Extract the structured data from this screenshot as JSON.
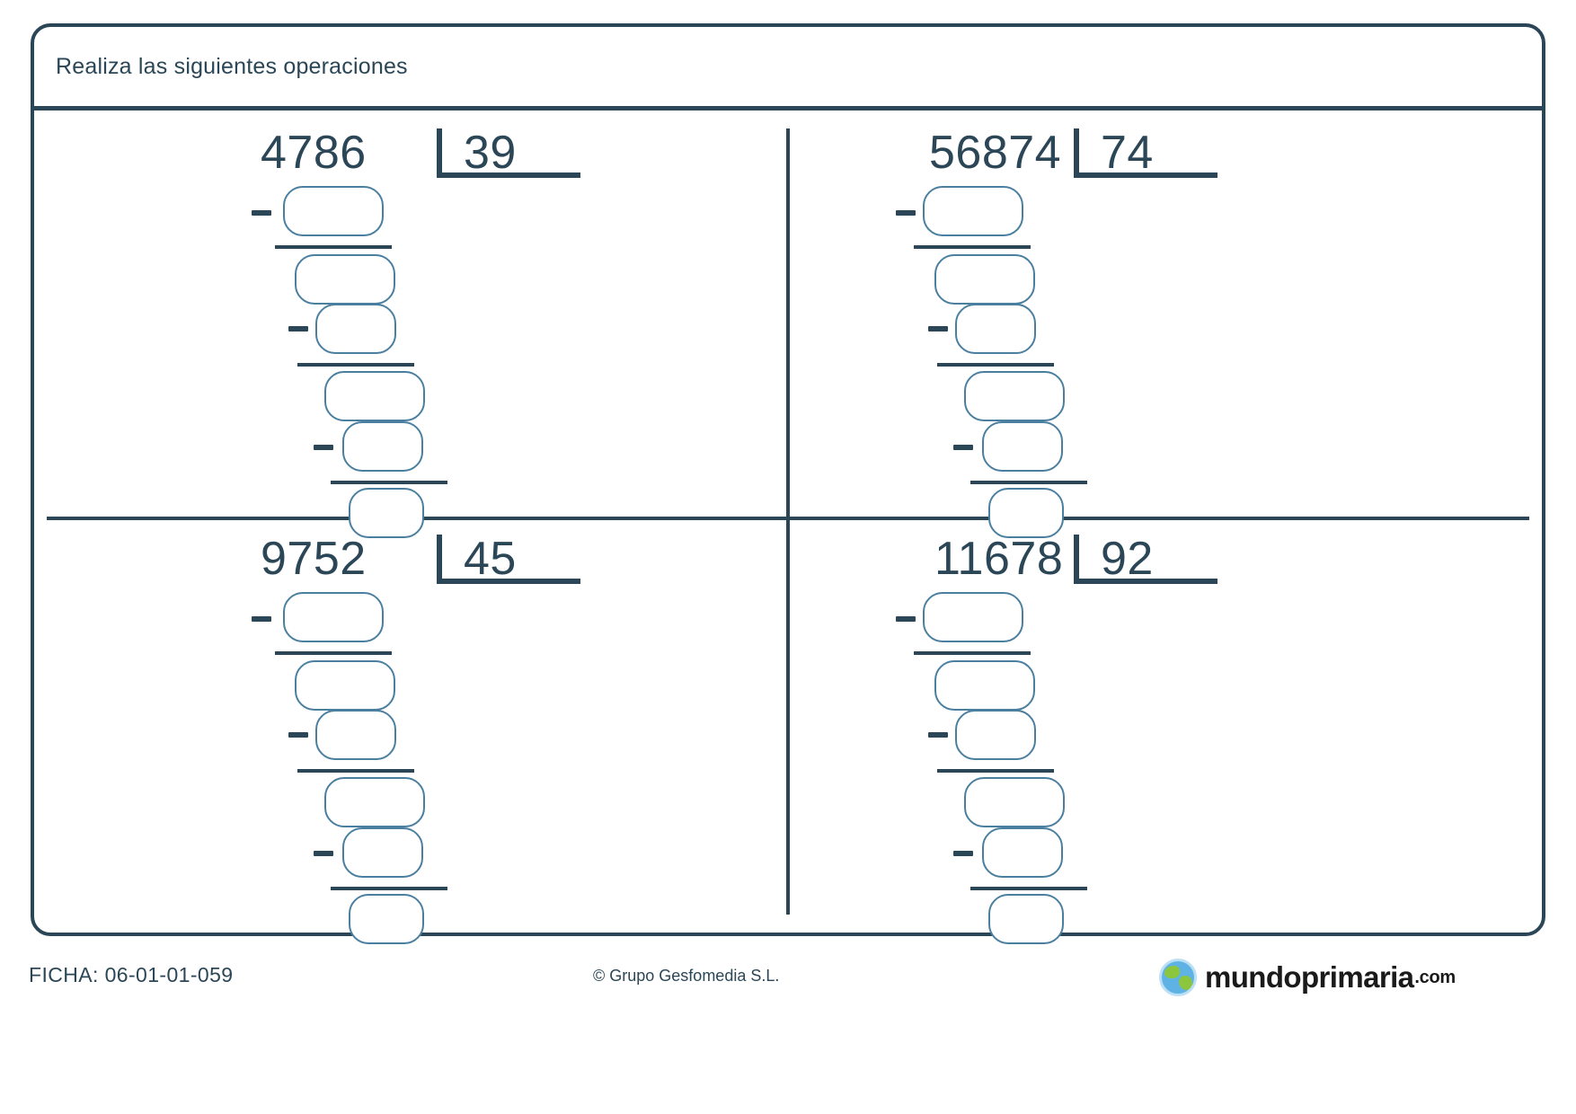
{
  "worksheet": {
    "instruction": "Realiza las siguientes operaciones",
    "problems": [
      {
        "id": "p1",
        "dividend": "4786",
        "divisor": "39"
      },
      {
        "id": "p2",
        "dividend": "56874",
        "divisor": "74"
      },
      {
        "id": "p3",
        "dividend": "9752",
        "divisor": "45"
      },
      {
        "id": "p4",
        "dividend": "11678",
        "divisor": "92"
      }
    ],
    "minus_sign": "−",
    "blank_boxes_per_problem": 6
  },
  "footer": {
    "ficha_label": "FICHA: 06-01-01-059",
    "copyright": "© Grupo Gesfomedia S.L.",
    "logo_name": "mundoprimaria",
    "logo_tld": ".com"
  },
  "colors": {
    "ink": "#2b4656",
    "box_border": "#4a7fa0",
    "logo_globe_blue": "#5eb3e4",
    "logo_globe_green": "#8cc63f"
  }
}
